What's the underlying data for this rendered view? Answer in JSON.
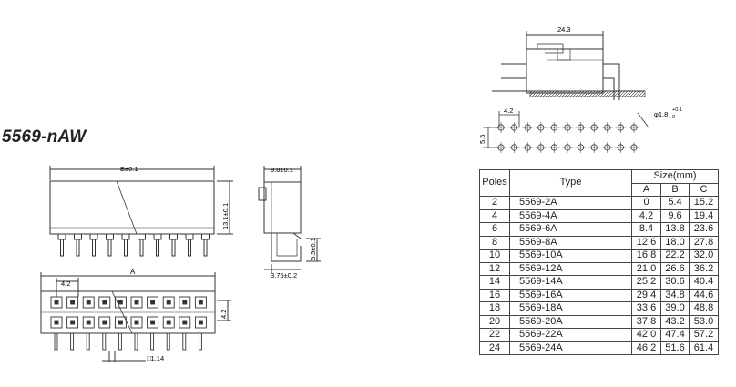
{
  "title": "5569-nAW",
  "dims": {
    "b": "B±0.1",
    "h13": "13.1±0.1",
    "w98": "9.8±0.1",
    "h55": "5.5±0.1",
    "d375": "3.75±0.2",
    "a": "A",
    "p42a": "4.2",
    "p42b": "4.2",
    "pin": "□1.14",
    "w243": "24.3",
    "p42c": "4.2",
    "h55b": "5.5",
    "hole_main": "φ1.8",
    "hole_tol_top": "+0.1",
    "hole_tol_bot": "0"
  },
  "table": {
    "headers": {
      "poles": "Poles",
      "type": "Type",
      "size": "Size(mm)",
      "a": "A",
      "b": "B",
      "c": "C"
    },
    "rows": [
      {
        "poles": "2",
        "type": "5569-2A",
        "a": "0",
        "b": "5.4",
        "c": "15.2"
      },
      {
        "poles": "4",
        "type": "5569-4A",
        "a": "4.2",
        "b": "9.6",
        "c": "19.4"
      },
      {
        "poles": "6",
        "type": "5569-6A",
        "a": "8.4",
        "b": "13.8",
        "c": "23.6"
      },
      {
        "poles": "8",
        "type": "5569-8A",
        "a": "12.6",
        "b": "18.0",
        "c": "27.8"
      },
      {
        "poles": "10",
        "type": "5569-10A",
        "a": "16.8",
        "b": "22.2",
        "c": "32.0"
      },
      {
        "poles": "12",
        "type": "5569-12A",
        "a": "21.0",
        "b": "26.6",
        "c": "36.2"
      },
      {
        "poles": "14",
        "type": "5569-14A",
        "a": "25.2",
        "b": "30.6",
        "c": "40.4"
      },
      {
        "poles": "16",
        "type": "5569-16A",
        "a": "29.4",
        "b": "34.8",
        "c": "44.6"
      },
      {
        "poles": "18",
        "type": "5569-18A",
        "a": "33.6",
        "b": "39.0",
        "c": "48.8"
      },
      {
        "poles": "20",
        "type": "5569-20A",
        "a": "37.8",
        "b": "43.2",
        "c": "53.0"
      },
      {
        "poles": "22",
        "type": "5569-22A",
        "a": "42.0",
        "b": "47.4",
        "c": "57.2"
      },
      {
        "poles": "24",
        "type": "5569-24A",
        "a": "46.2",
        "b": "51.6",
        "c": "61.4"
      }
    ]
  }
}
